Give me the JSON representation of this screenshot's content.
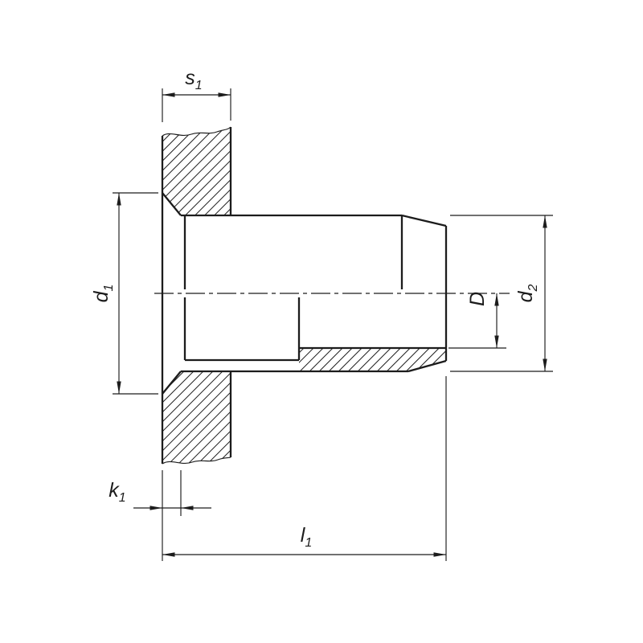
{
  "drawing": {
    "type": "technical-drawing",
    "subject": "countersunk-head blind rivet nut cross-section installed in plate",
    "colors": {
      "line": "#1c1c1c",
      "background": "#ffffff"
    },
    "dimensions": {
      "s1": {
        "main": "s",
        "sub": "1"
      },
      "d1": {
        "main": "d",
        "sub": "1"
      },
      "d2": {
        "main": "d",
        "sub": "2"
      },
      "D": {
        "main": "D",
        "sub": ""
      },
      "k1": {
        "main": "k",
        "sub": "1"
      },
      "l1": {
        "main": "l",
        "sub": "1"
      }
    }
  }
}
